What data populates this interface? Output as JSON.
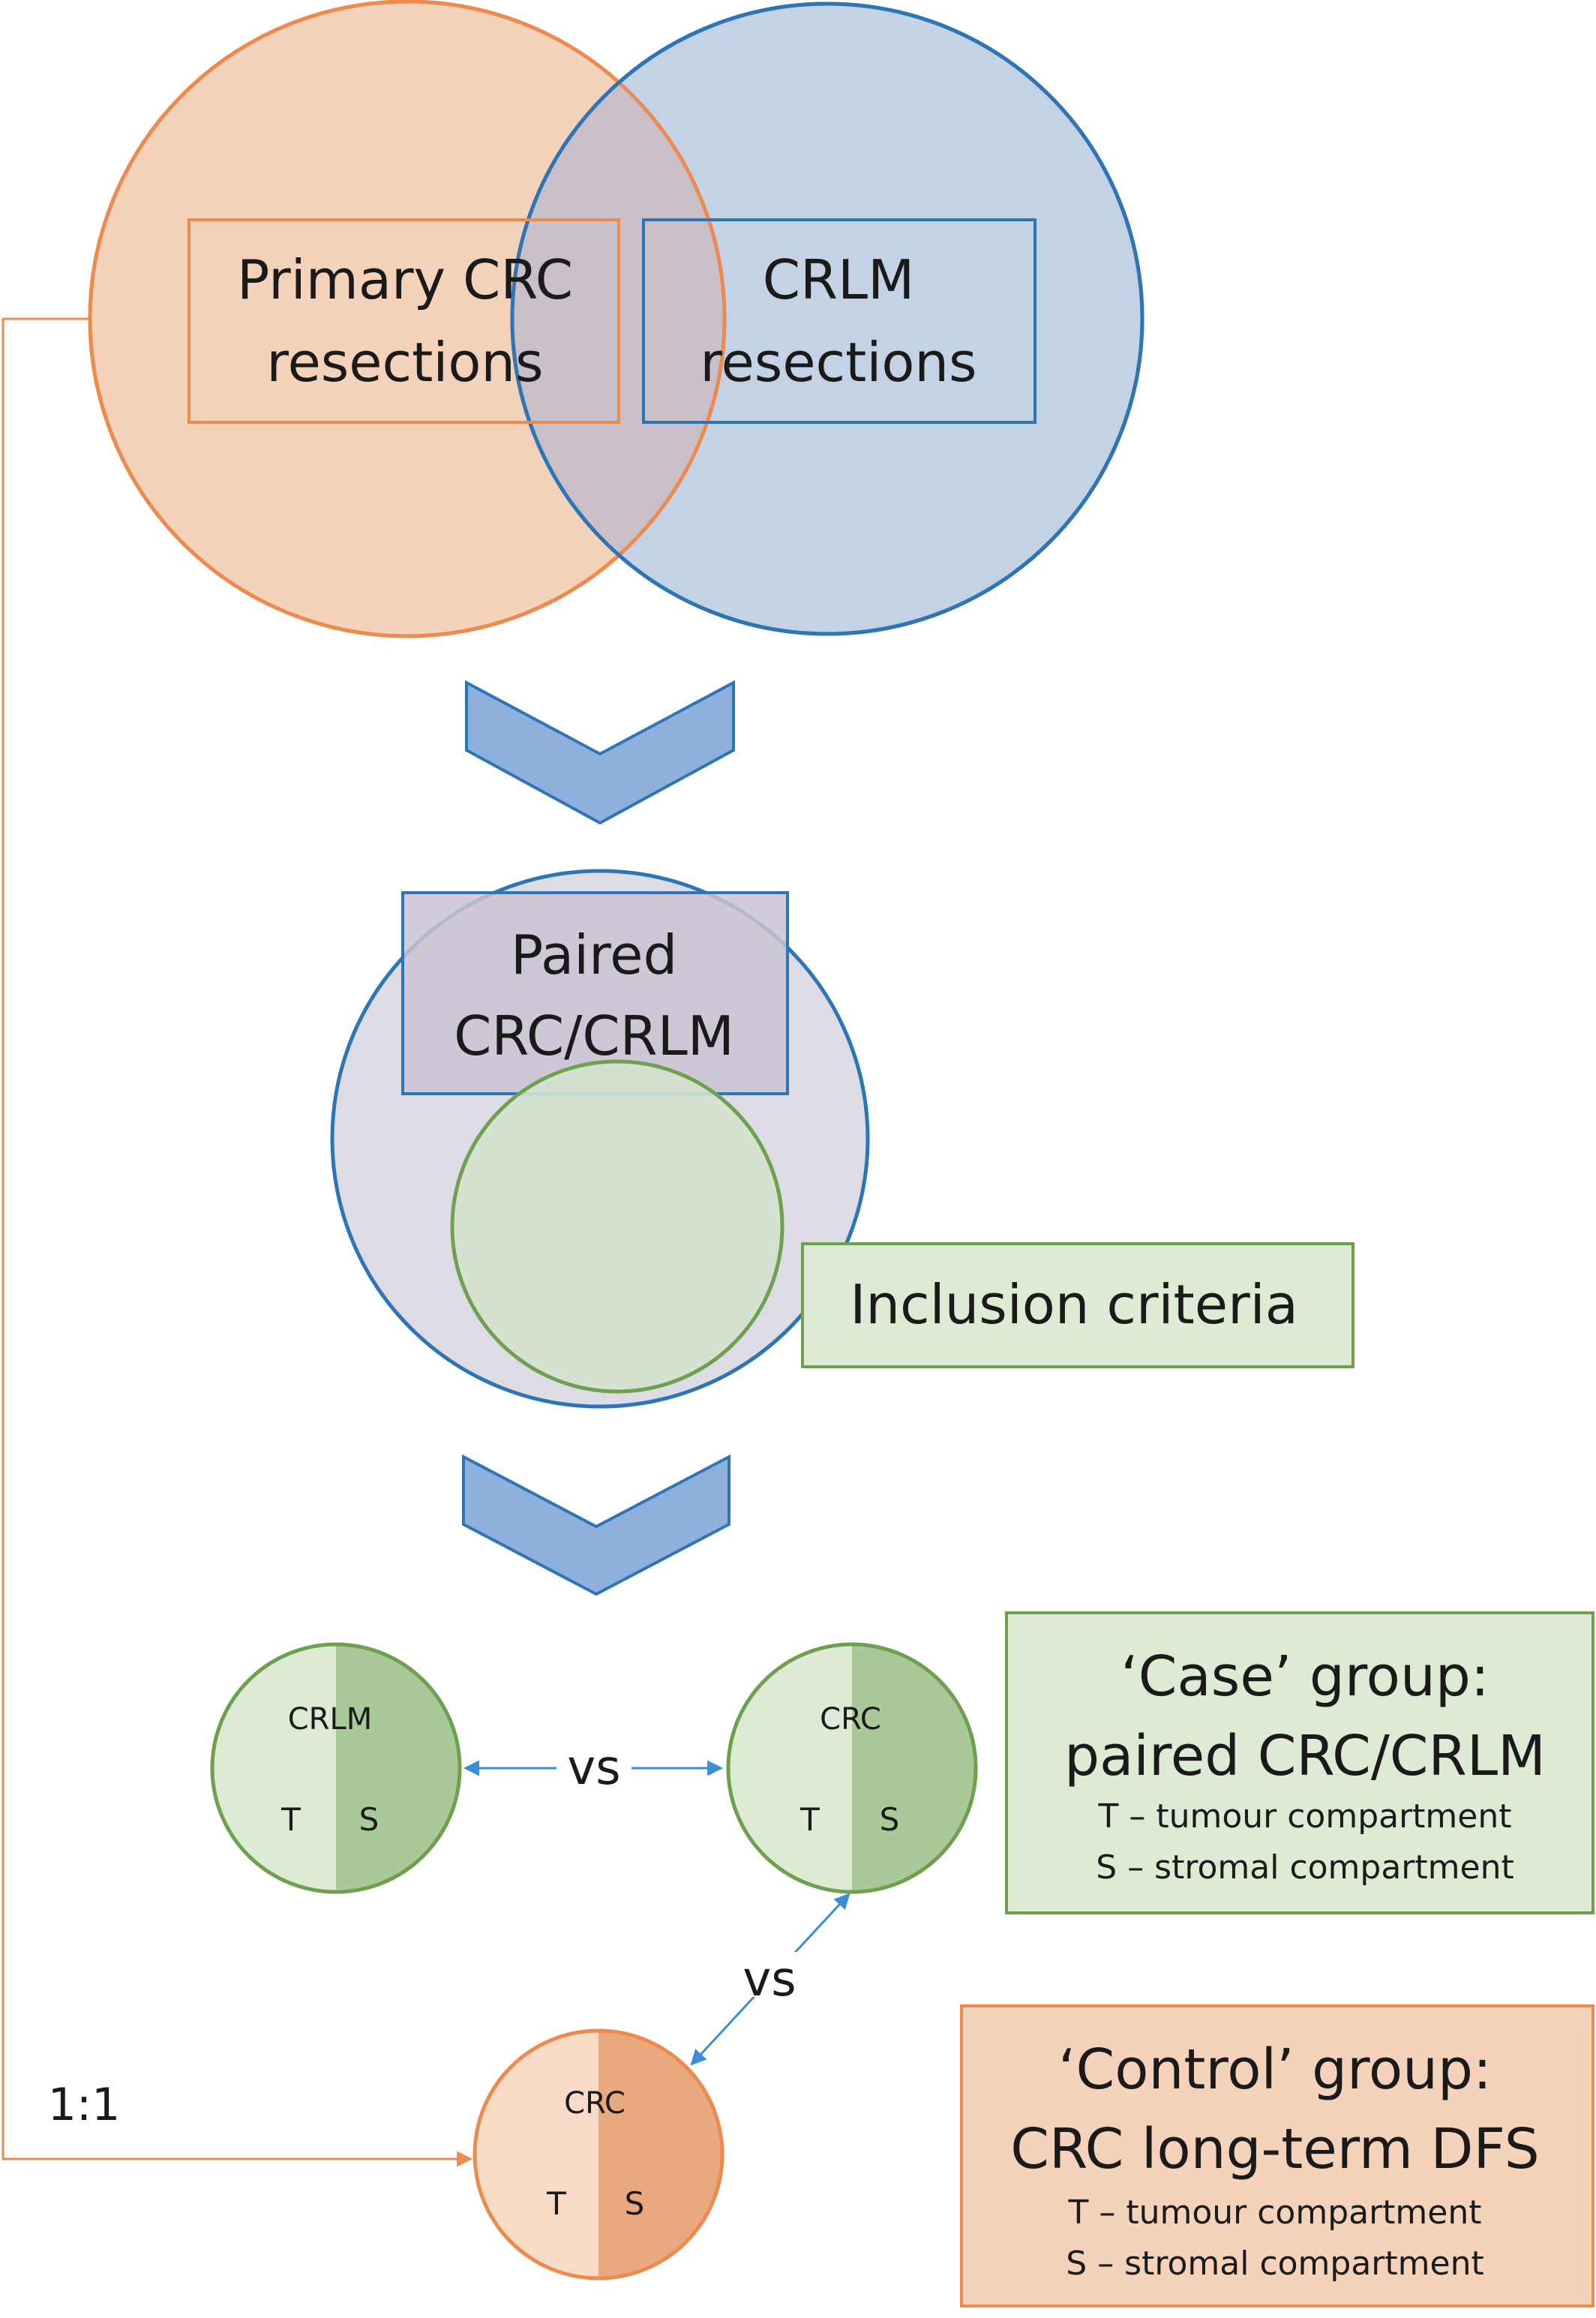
{
  "colors": {
    "orange_stroke": "#ED8A4E",
    "orange_fill": "#F5D3BB",
    "orange_dark_fill": "#E9A97F",
    "orange_light_fill": "#F8DBC6",
    "blue_stroke": "#2E75B6",
    "blue_fill": "#C3D2E4",
    "purple_overlap": "#C9BFC8",
    "paired_fill": "#DDDCE5",
    "green_stroke": "#6EA050",
    "green_fill": "#D4E2CE",
    "green_light_fill": "#DDEBD4",
    "green_dark_fill": "#A9C998",
    "chevron_fill": "#8EB0DC",
    "arrow_blue": "#3A8FD4"
  },
  "top_venn": {
    "primary_line1": "Primary CRC",
    "primary_line2": "resections",
    "crlm_line1": "CRLM",
    "crlm_line2": "resections"
  },
  "paired": {
    "line1": "Paired",
    "line2": "CRC/CRLM",
    "inclusion_label": "Inclusion criteria"
  },
  "case_circles": {
    "crlm_title": "CRLM",
    "crc_title": "CRC",
    "t_label": "T",
    "s_label": "S",
    "vs_horizontal": "vs",
    "vs_vertical": "vs"
  },
  "control_circle": {
    "title": "CRC",
    "t_label": "T",
    "s_label": "S",
    "ratio_label": "1:1"
  },
  "case_box": {
    "line1": "‘Case’ group:",
    "line2": "paired CRC/CRLM",
    "line3": "T – tumour compartment",
    "line4": "S – stromal compartment"
  },
  "control_box": {
    "line1": "‘Control’ group:",
    "line2": "CRC long-term DFS",
    "line3": "T – tumour compartment",
    "line4": "S – stromal compartment"
  }
}
